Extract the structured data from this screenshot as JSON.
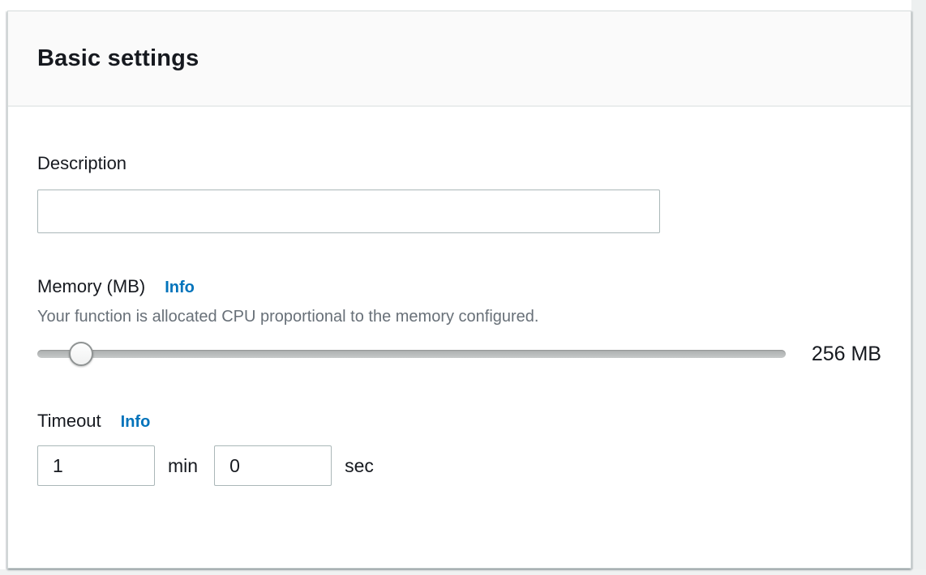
{
  "panel": {
    "title": "Basic settings"
  },
  "fields": {
    "description": {
      "label": "Description",
      "value": ""
    },
    "memory": {
      "label": "Memory (MB)",
      "info_link": "Info",
      "help_text": "Your function is allocated CPU proportional to the memory configured.",
      "value_display": "256 MB"
    },
    "timeout": {
      "label": "Timeout",
      "info_link": "Info",
      "minutes_value": "1",
      "minutes_unit": "min",
      "seconds_value": "0",
      "seconds_unit": "sec"
    }
  },
  "colors": {
    "link_blue": "#0073bb",
    "text_dark": "#16191f",
    "text_muted": "#687078",
    "header_bg": "#fafafa"
  }
}
